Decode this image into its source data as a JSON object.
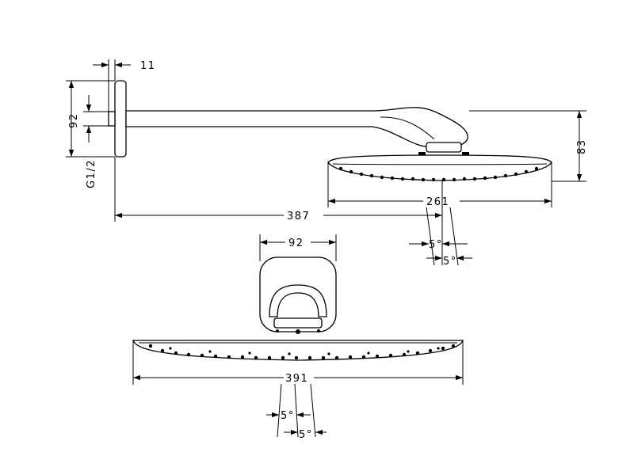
{
  "dimensions": {
    "flange_depth": "11",
    "flange_height": "92",
    "connection_thread": "G1/2",
    "head_depth": "261",
    "arm_projection": "387",
    "total_height": "83",
    "tilt_top_1": "5°",
    "tilt_top_2": "5°",
    "front_width": "92",
    "head_width": "391",
    "tilt_bottom_1": "5°",
    "tilt_bottom_2": "5°"
  }
}
